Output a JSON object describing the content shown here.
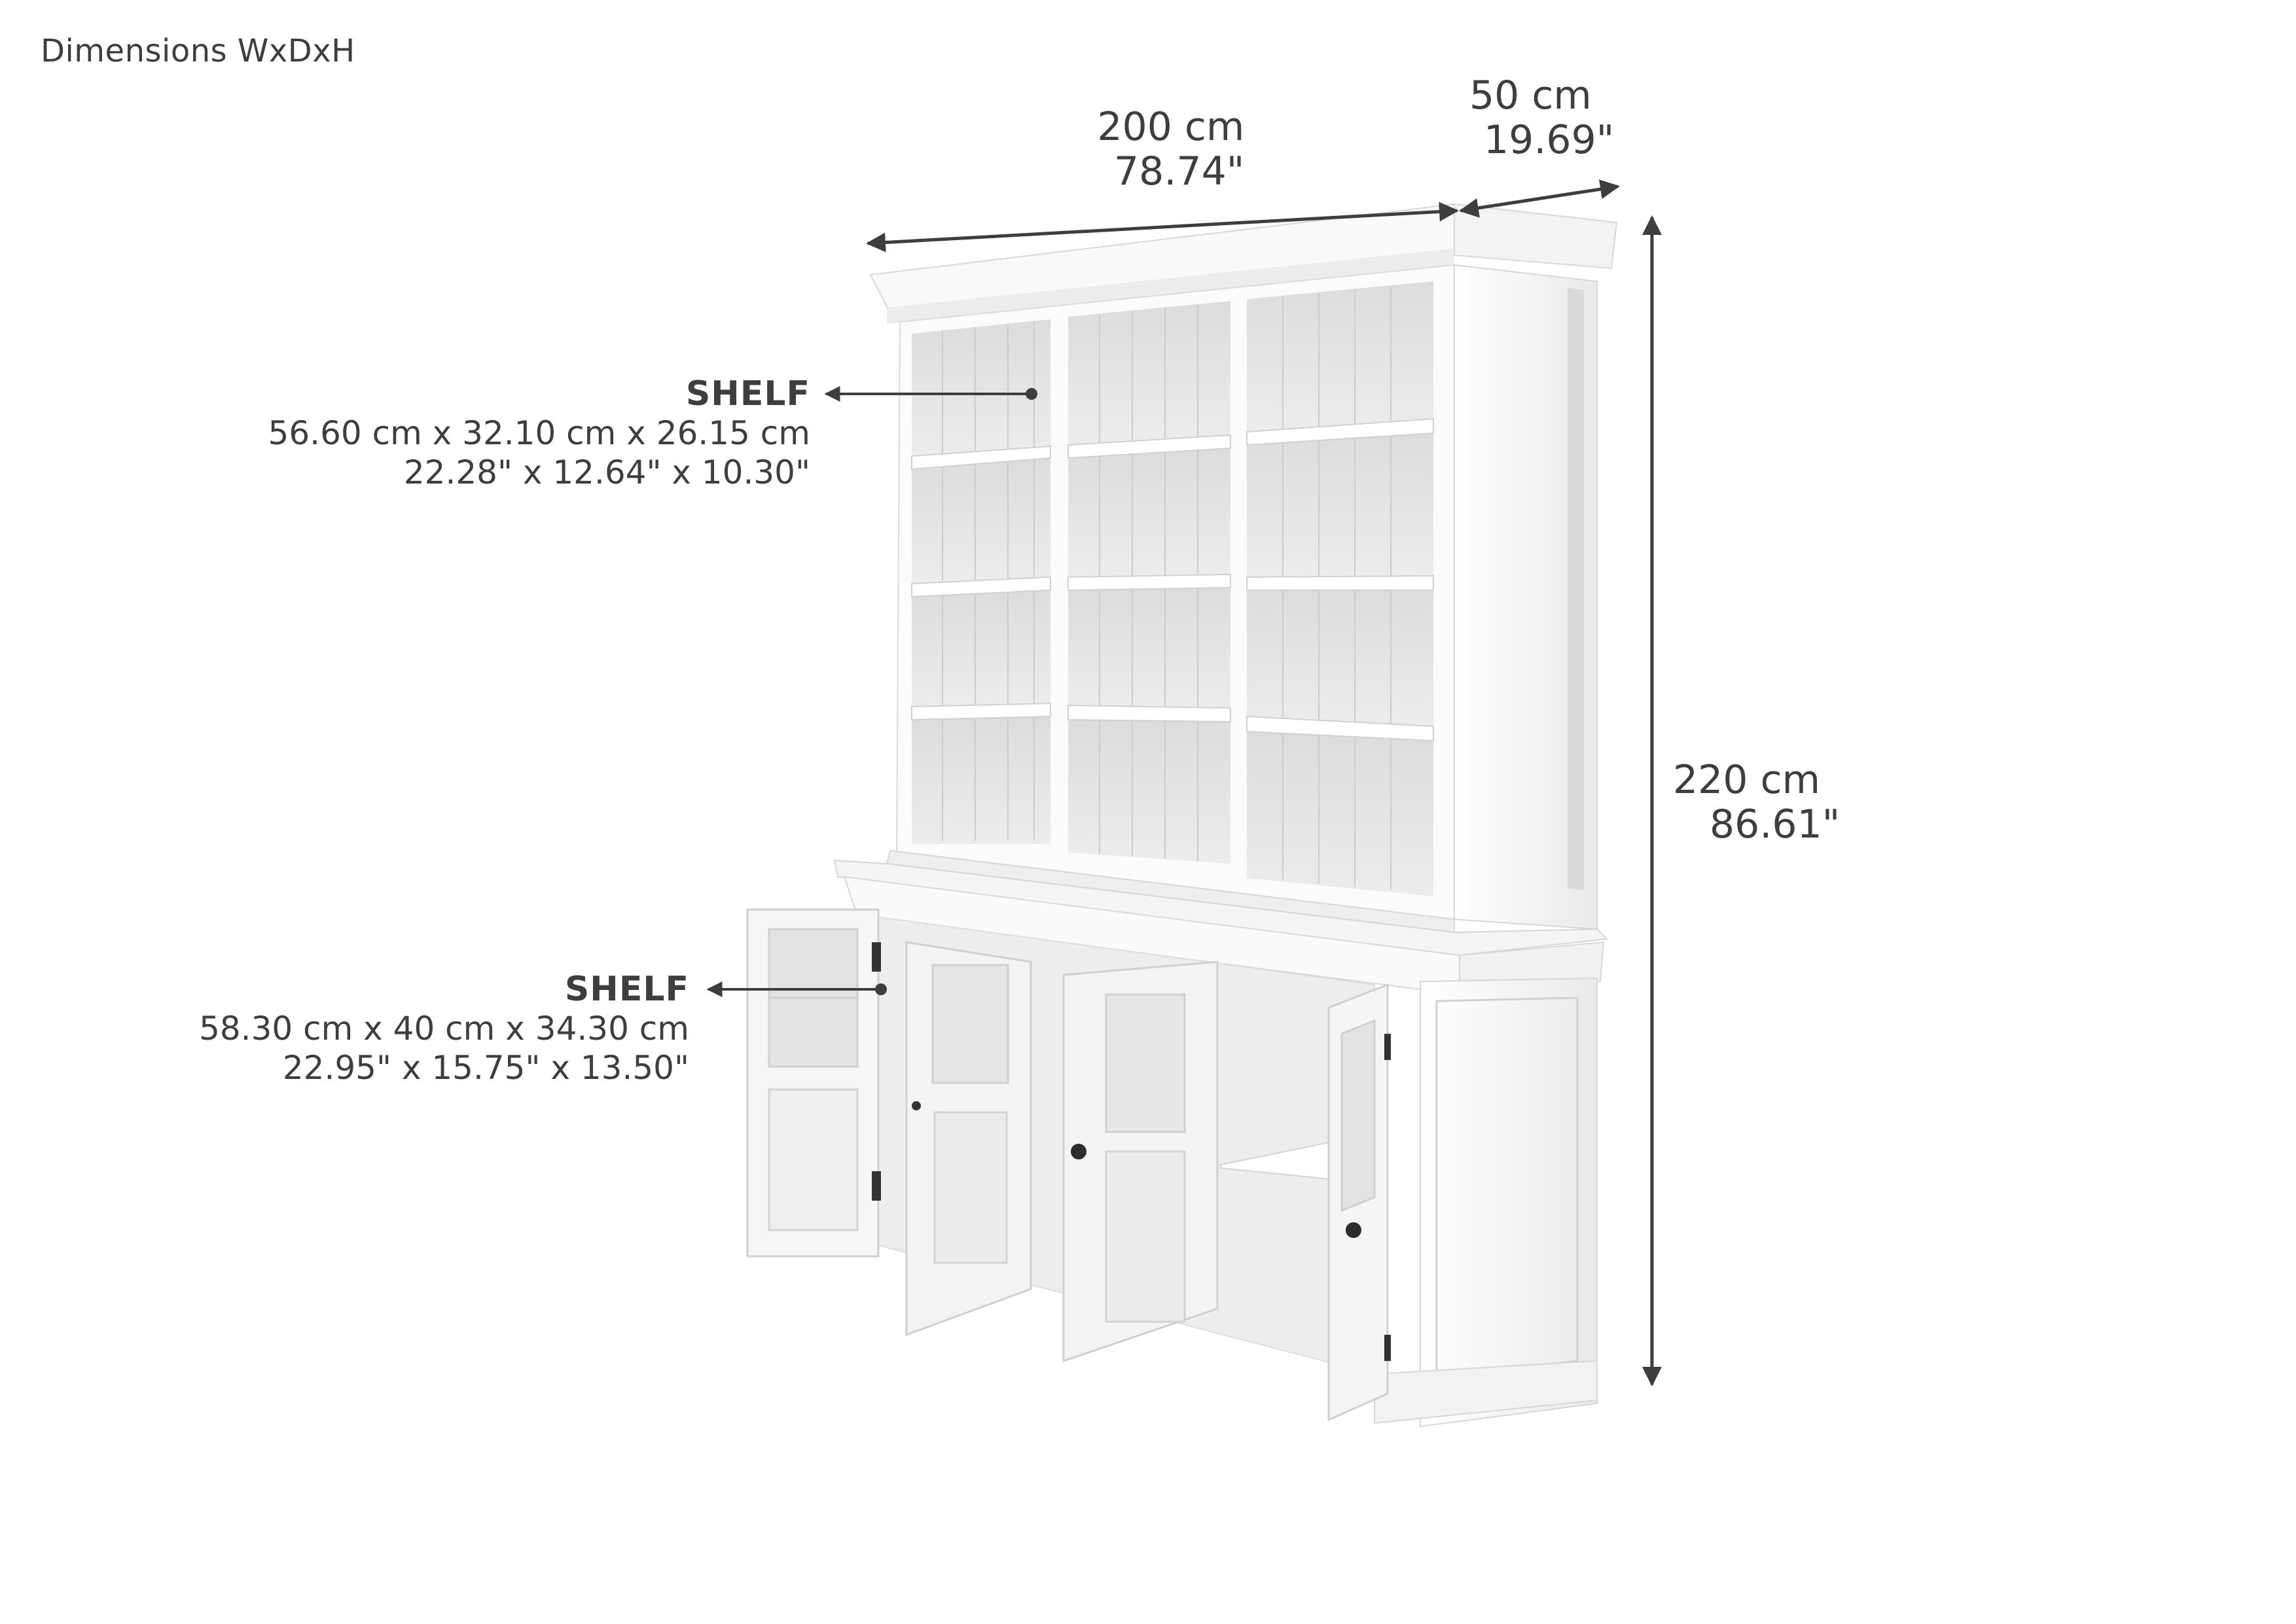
{
  "header": {
    "title": "Dimensions WxDxH"
  },
  "dimensions": {
    "width": {
      "metric": "200 cm",
      "imperial": "78.74\""
    },
    "depth": {
      "metric": "50 cm",
      "imperial": "19.69\""
    },
    "height": {
      "metric": "220 cm",
      "imperial": "86.61\""
    }
  },
  "callouts": [
    {
      "label": "SHELF",
      "metric": "56.60 cm x 32.10 cm x 26.15 cm",
      "imperial": "22.28\" x 12.64\" x 10.30\"",
      "position": "upper-hutch"
    },
    {
      "label": "SHELF",
      "metric": "58.30 cm x 40 cm x 34.30 cm",
      "imperial": "22.95\" x 15.75\" x 13.50\"",
      "position": "lower-cabinet"
    }
  ],
  "product": {
    "name": "white bookcase hutch with lower cabinet",
    "upper_columns": 3,
    "upper_rows": 4,
    "lower_doors": 4,
    "colors": {
      "body": "#f7f7f7",
      "interior": "#e6e6e6",
      "shadow": "#cfcfcf",
      "annotation": "#3f3d3e"
    }
  }
}
